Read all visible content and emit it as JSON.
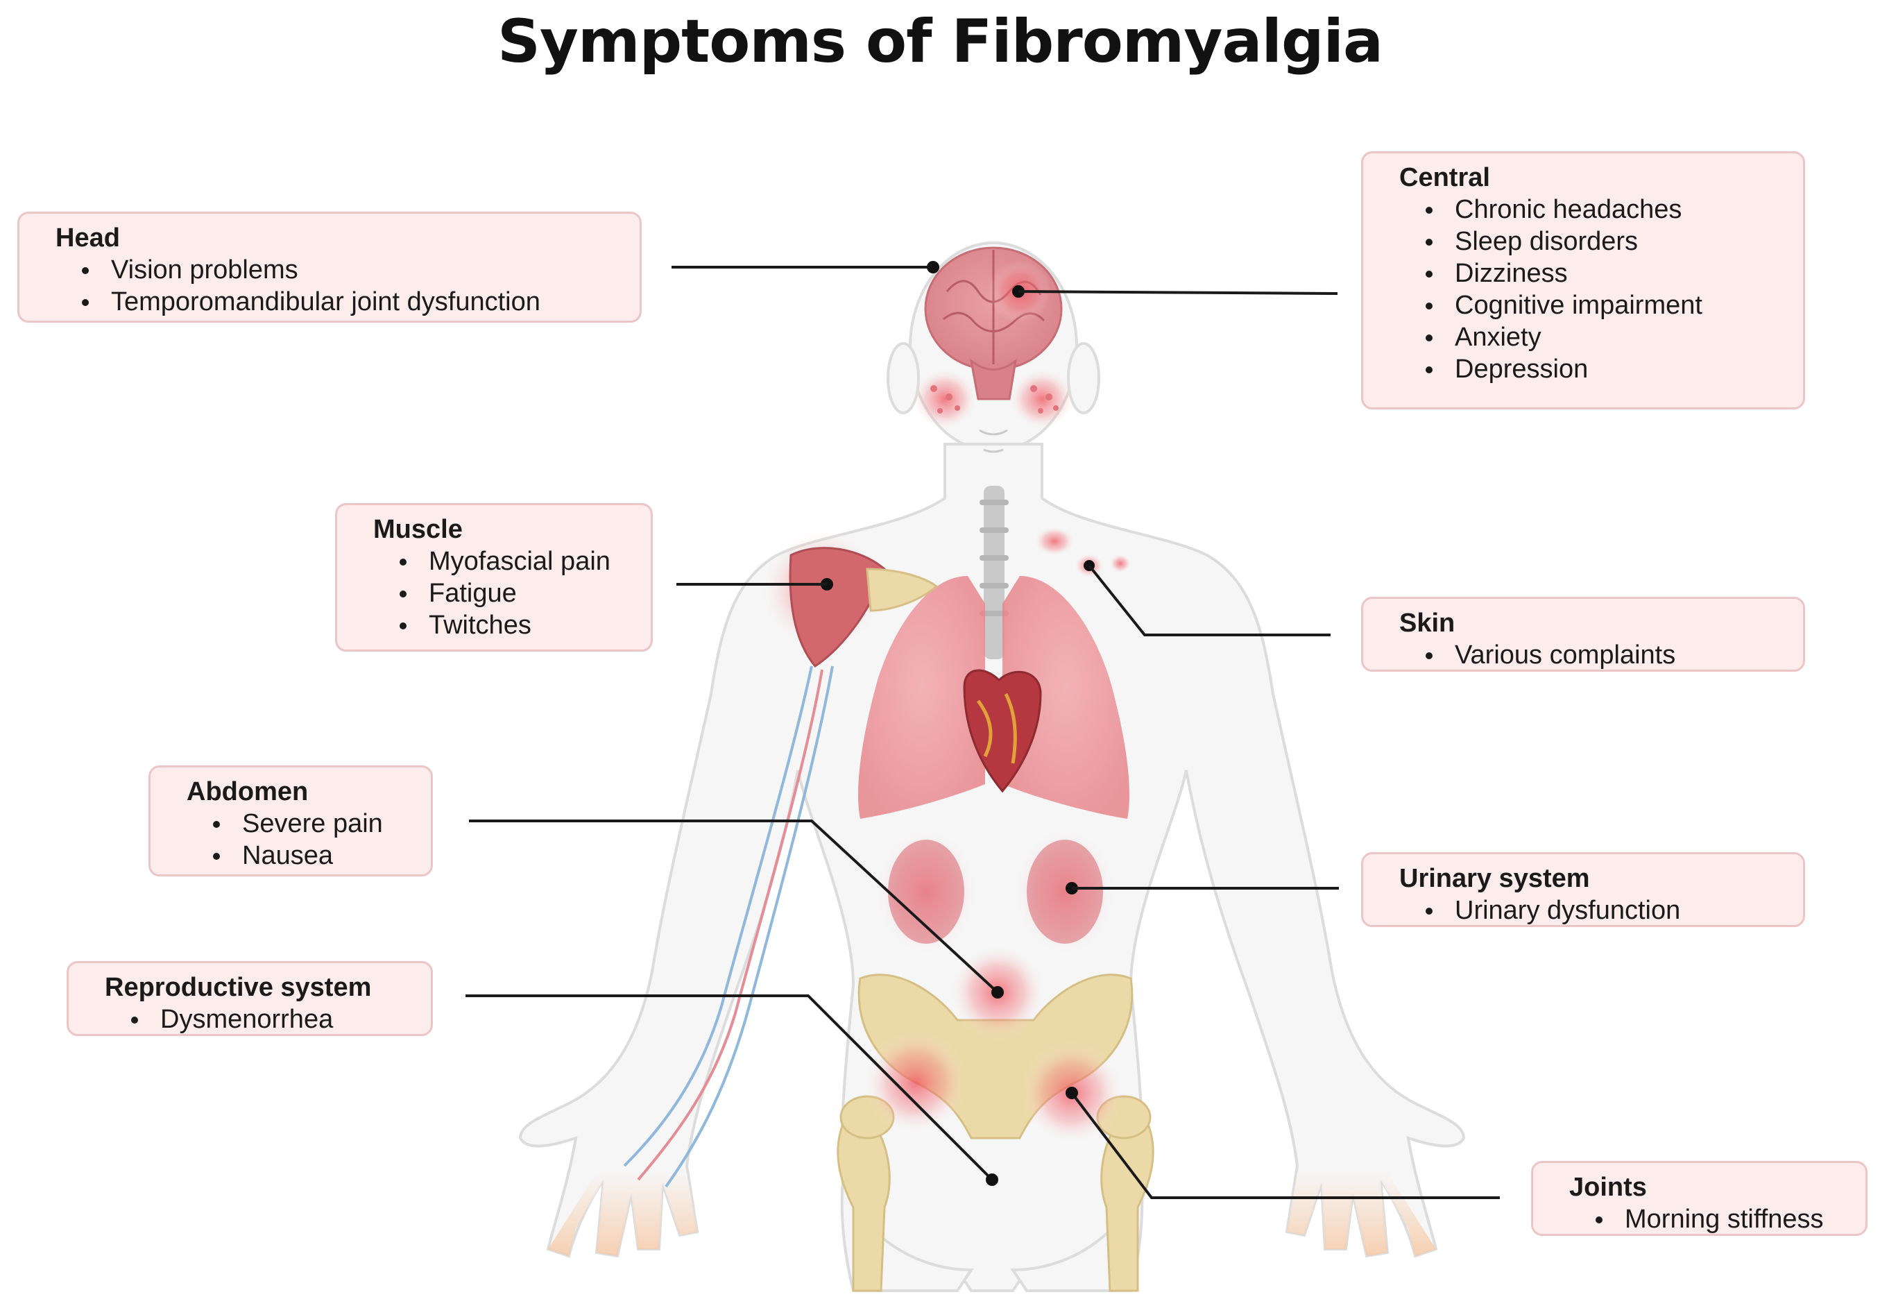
{
  "title": "Symptoms of Fibromyalgia",
  "callouts": {
    "head": {
      "heading": "Head",
      "items": [
        "Vision problems",
        "Temporomandibular joint  dysfunction"
      ]
    },
    "central": {
      "heading": "Central",
      "items": [
        "Chronic headaches",
        "Sleep disorders",
        "Dizziness",
        "Cognitive impairment",
        "Anxiety",
        "Depression"
      ]
    },
    "muscle": {
      "heading": "Muscle",
      "items": [
        "Myofascial pain",
        "Fatigue",
        "Twitches"
      ]
    },
    "skin": {
      "heading": "Skin",
      "items": [
        "Various complaints"
      ]
    },
    "abdomen": {
      "heading": "Abdomen",
      "items": [
        "Severe pain",
        "Nausea"
      ]
    },
    "urinary": {
      "heading": "Urinary system",
      "items": [
        "Urinary dysfunction"
      ]
    },
    "reproductive": {
      "heading": "Reproductive system",
      "items": [
        "Dysmenorrhea"
      ]
    },
    "joints": {
      "heading": "Joints",
      "items": [
        "Morning stiffness"
      ]
    }
  },
  "colors": {
    "box_fill": "#fcecec",
    "box_border": "#ecc5c6",
    "body_fill": "#f6f6f6",
    "body_outline": "#dedede",
    "organ_red": "#e27d82",
    "bone": "#ecd9a8",
    "leader_line": "#1a1a1a"
  }
}
